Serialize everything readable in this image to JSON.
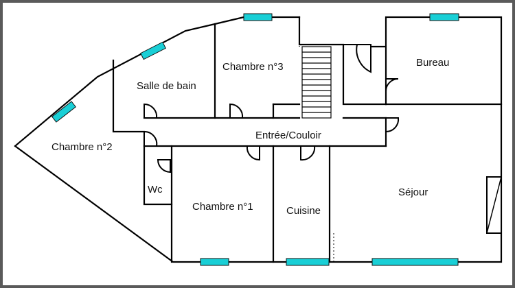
{
  "rooms": {
    "chambre2": "Chambre n°2",
    "salle_de_bain": "Salle de bain",
    "chambre3": "Chambre n°3",
    "bureau": "Bureau",
    "entree_couloir": "Entrée/Couloir",
    "wc": "Wc",
    "chambre1": "Chambre n°1",
    "cuisine": "Cuisine",
    "sejour": "Séjour"
  },
  "colors": {
    "window": "#19cfd6",
    "wall": "#000000",
    "frame": "#5a5a5a",
    "background": "#ffffff"
  }
}
